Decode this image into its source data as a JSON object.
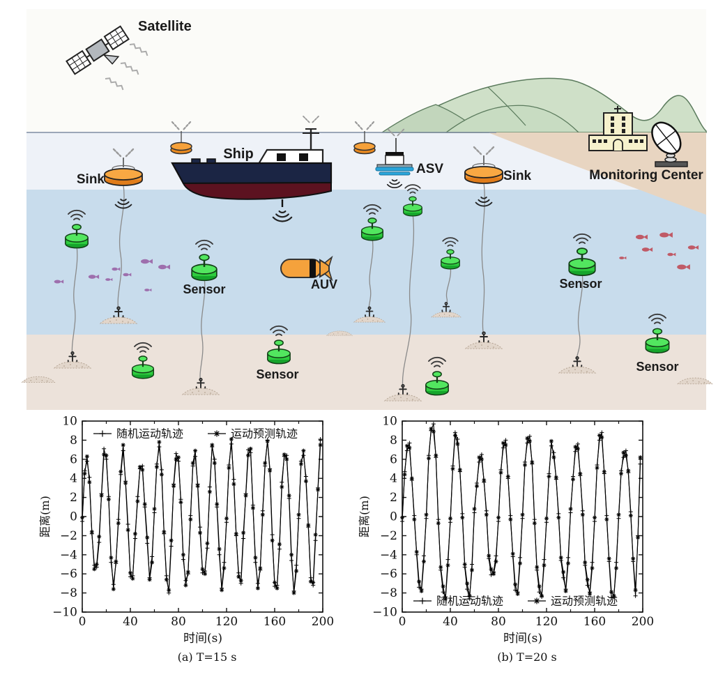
{
  "scene": {
    "labels": {
      "satellite": "Satellite",
      "ship": "Ship",
      "sink": "Sink",
      "asv": "ASV",
      "monitoring_center": "Monitoring Center",
      "auv": "AUV",
      "sensor": "Sensor"
    },
    "colors": {
      "sky": "#fbfbf8",
      "surface_water": "#eef2f8",
      "deep_water": "#c8dcec",
      "seabed": "#ece2da",
      "mountain": "#cfe0c8",
      "shore": "#e8d5c1",
      "sensor_green": "#2ecc3e",
      "buoy_orange": "#f09330",
      "ship_hull": "#1b2544",
      "ship_keel": "#5c1220",
      "asv_blue": "#2aa7dc",
      "fish_purple": "#9e6fad",
      "fish_red": "#c05a66"
    }
  },
  "chart_data": [
    {
      "type": "line",
      "caption": "(a) T=15 s",
      "period_s": 15,
      "xlabel": "时间(s)",
      "ylabel": "距离(m)",
      "xlim": [
        0,
        200
      ],
      "ylim": [
        -10,
        10
      ],
      "xticks": [
        0,
        40,
        80,
        120,
        160,
        200
      ],
      "xticks_minor": [
        20,
        60,
        100,
        140,
        180
      ],
      "yticks": [
        -10,
        -8,
        -6,
        -4,
        -2,
        0,
        2,
        4,
        6,
        8,
        10
      ],
      "legend_position": "top",
      "x_start": 0,
      "x_step": 2,
      "series": [
        {
          "name": "随机运动轨迹",
          "marker": "plus",
          "values": [
            -0.5,
            4.8,
            5.8,
            4.1,
            -1.8,
            -5.1,
            -5.3,
            -2.7,
            2.4,
            7.1,
            6.0,
            2.1,
            -4.8,
            -7.1,
            -4.9,
            -0.3,
            4.4,
            6.9,
            3.7,
            -0.8,
            -6.3,
            -6.2,
            -2.3,
            2.1,
            5.0,
            5.3,
            1.0,
            -2.8,
            -6.4,
            -4.2,
            0.4,
            5.5,
            7.3,
            4.9,
            -1.8,
            -6.2,
            -8.0,
            -3.1,
            3.4,
            6.6,
            5.8,
            1.8,
            -4.5,
            -6.7,
            -6.0,
            0.1,
            5.3,
            6.3,
            3.4,
            -1.1,
            -5.9,
            -5.7,
            -3.3,
            3.1,
            7.3,
            6.0,
            1.0,
            -4.0,
            -7.5,
            -4.8,
            -0.6,
            5.4,
            7.6,
            3.9,
            -2.0,
            -5.9,
            -7.0,
            -2.3,
            2.4,
            7.0,
            6.7,
            1.2,
            -4.8,
            -7.0,
            -5.6,
            0.6,
            5.3,
            8.0,
            5.0,
            -1.9,
            -7.3,
            -7.2,
            -3.4,
            3.6,
            6.3,
            6.4,
            1.9,
            -4.6,
            -7.8,
            -5.1,
            -0.2,
            5.8,
            6.4,
            4.2,
            -1.1,
            -6.4,
            -7.2,
            -2.5,
            3.0,
            8.1
          ]
        },
        {
          "name": "运动预测轨迹",
          "marker": "asterisk",
          "values": [
            -0.1,
            4.5,
            6.3,
            3.6,
            -1.6,
            -5.5,
            -5.0,
            -2.1,
            2.2,
            6.5,
            6.4,
            1.8,
            -4.3,
            -7.6,
            -4.7,
            -0.7,
            4.7,
            7.5,
            3.5,
            -1.4,
            -5.9,
            -6.5,
            -1.8,
            1.6,
            5.2,
            4.9,
            1.3,
            -2.2,
            -6.6,
            -4.8,
            0.8,
            5.2,
            7.8,
            4.4,
            -1.6,
            -6.6,
            -7.7,
            -2.5,
            3.2,
            6.0,
            6.2,
            1.5,
            -4.0,
            -7.2,
            -5.8,
            -0.3,
            5.6,
            6.9,
            3.2,
            -1.7,
            -5.5,
            -6.0,
            -2.8,
            2.6,
            7.5,
            5.6,
            1.3,
            -3.4,
            -7.7,
            -5.4,
            -0.2,
            5.1,
            8.1,
            3.4,
            -1.8,
            -6.3,
            -6.7,
            -1.7,
            2.2,
            6.4,
            7.1,
            0.9,
            -4.3,
            -7.5,
            -5.4,
            0.2,
            5.6,
            7.9,
            4.8,
            -2.5,
            -6.9,
            -7.5,
            -2.9,
            3.1,
            6.5,
            6.0,
            2.2,
            -4.0,
            -8.0,
            -5.7,
            0.2,
            5.5,
            6.9,
            3.7,
            -0.9,
            -6.8,
            -6.9,
            -1.9,
            2.8,
            7.5
          ]
        }
      ]
    },
    {
      "type": "line",
      "caption": "(b) T=20 s",
      "period_s": 20,
      "xlabel": "时间(s)",
      "ylabel": "距离(m)",
      "xlim": [
        0,
        200
      ],
      "ylim": [
        -10,
        10
      ],
      "xticks": [
        0,
        40,
        80,
        120,
        160,
        200
      ],
      "xticks_minor": [
        20,
        60,
        100,
        140,
        180
      ],
      "yticks": [
        -10,
        -8,
        -6,
        -4,
        -2,
        0,
        2,
        4,
        6,
        8,
        10
      ],
      "legend_position": "bottom",
      "x_start": 0,
      "x_step": 2,
      "series": [
        {
          "name": "随机运动轨迹",
          "marker": "plus",
          "values": [
            -0.5,
            4.7,
            6.9,
            7.7,
            3.8,
            0.1,
            -4.0,
            -7.4,
            -7.6,
            -4.1,
            -0.2,
            6.4,
            9.0,
            9.7,
            6.2,
            -0.3,
            -5.6,
            -7.9,
            -8.4,
            -4.5,
            -0.6,
            5.3,
            8.8,
            8.1,
            4.7,
            0.3,
            -5.3,
            -7.6,
            -8.6,
            -5.0,
            0.4,
            3.5,
            5.7,
            6.5,
            3.6,
            0.6,
            -4.4,
            -6.1,
            -5.8,
            -4.1,
            -0.5,
            4.9,
            7.2,
            8.0,
            4.0,
            0.1,
            -4.2,
            -7.7,
            -7.9,
            -4.3,
            -0.2,
            5.7,
            7.7,
            8.4,
            5.5,
            -0.3,
            -5.6,
            -7.9,
            -8.4,
            -4.5,
            -0.6,
            4.5,
            7.4,
            6.7,
            3.9,
            0.3,
            -4.6,
            -6.4,
            -7.6,
            -4.3,
            0.4,
            4.2,
            6.8,
            7.6,
            4.3,
            0.6,
            -5.1,
            -7.2,
            -7.9,
            -4.8,
            -0.5,
            5.4,
            8.0,
            8.8,
            4.5,
            0.1,
            -4.7,
            -8.5,
            -8.4,
            -4.8,
            -0.2,
            4.8,
            6.2,
            6.9,
            4.6,
            0.5,
            -4.7,
            -8.3,
            -2.0,
            5.5
          ]
        },
        {
          "name": "运动预测轨迹",
          "marker": "asterisk",
          "values": [
            -0.1,
            4.4,
            7.4,
            7.2,
            4.0,
            -0.3,
            -3.7,
            -6.8,
            -7.8,
            -4.7,
            0.2,
            6.1,
            9.2,
            8.9,
            6.4,
            -0.7,
            -5.3,
            -7.3,
            -8.6,
            -5.1,
            -0.2,
            5.0,
            8.5,
            7.6,
            4.9,
            -0.1,
            -5.0,
            -7.0,
            -8.3,
            -5.6,
            0.8,
            3.2,
            6.2,
            6.0,
            3.8,
            0.2,
            -4.1,
            -5.5,
            -6.0,
            -4.7,
            -0.1,
            4.6,
            7.7,
            7.5,
            4.2,
            -0.3,
            -3.9,
            -7.1,
            -8.1,
            -4.9,
            0.2,
            5.4,
            8.2,
            7.9,
            5.7,
            -0.7,
            -5.3,
            -7.3,
            -8.3,
            -5.1,
            -0.2,
            4.2,
            7.9,
            6.2,
            4.1,
            -0.1,
            -4.3,
            -5.8,
            -7.8,
            -4.9,
            0.8,
            3.9,
            7.3,
            7.1,
            4.5,
            0.2,
            -4.8,
            -6.6,
            -8.1,
            -5.4,
            -0.1,
            5.1,
            8.5,
            8.3,
            4.7,
            -0.3,
            -4.4,
            -7.9,
            -8.3,
            -5.4,
            0.2,
            4.5,
            6.7,
            6.4,
            4.8,
            0.1,
            -4.4,
            -7.7,
            -2.2,
            6.2
          ]
        }
      ]
    }
  ]
}
